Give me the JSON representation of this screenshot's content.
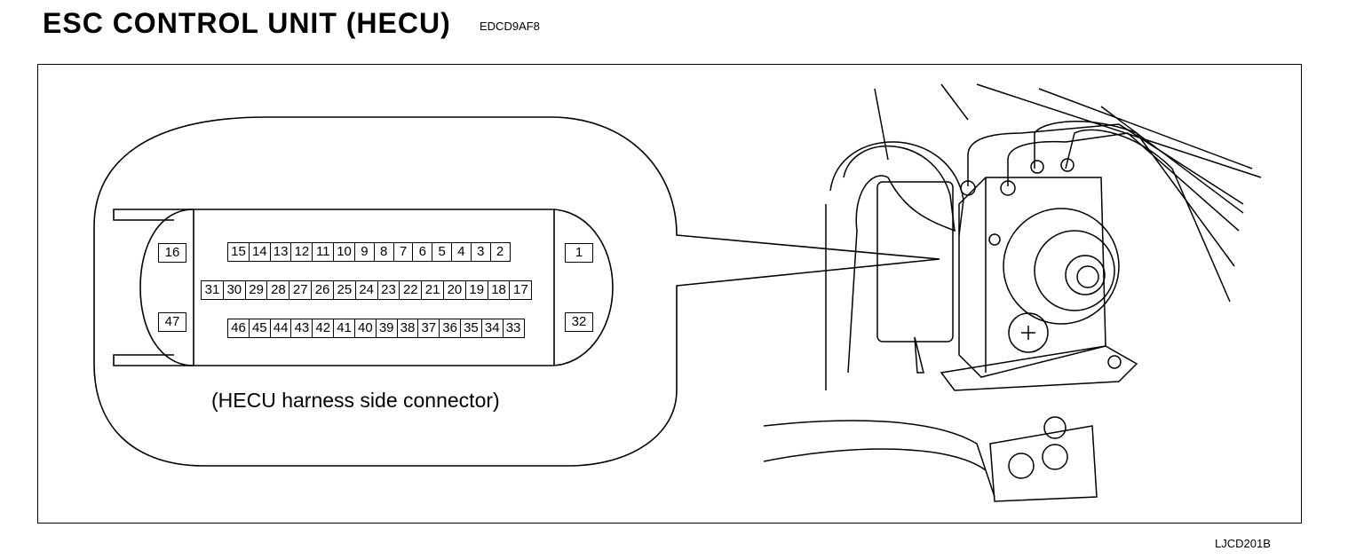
{
  "header": {
    "title": "ESC CONTROL UNIT (HECU)",
    "code": "EDCD9AF8"
  },
  "connector": {
    "caption": "(HECU harness side connector)",
    "side_pins": {
      "top_left": "16",
      "bottom_left": "47",
      "top_right": "1",
      "bottom_right": "32"
    },
    "row_top": [
      "15",
      "14",
      "13",
      "12",
      "11",
      "10",
      "9",
      "8",
      "7",
      "6",
      "5",
      "4",
      "3",
      "2"
    ],
    "row_middle": [
      "31",
      "30",
      "29",
      "28",
      "27",
      "26",
      "25",
      "24",
      "23",
      "22",
      "21",
      "20",
      "19",
      "18",
      "17"
    ],
    "row_bottom": [
      "46",
      "45",
      "44",
      "43",
      "42",
      "41",
      "40",
      "39",
      "38",
      "37",
      "36",
      "35",
      "34",
      "33"
    ]
  },
  "footer": {
    "figure_id": "LJCD201B"
  }
}
